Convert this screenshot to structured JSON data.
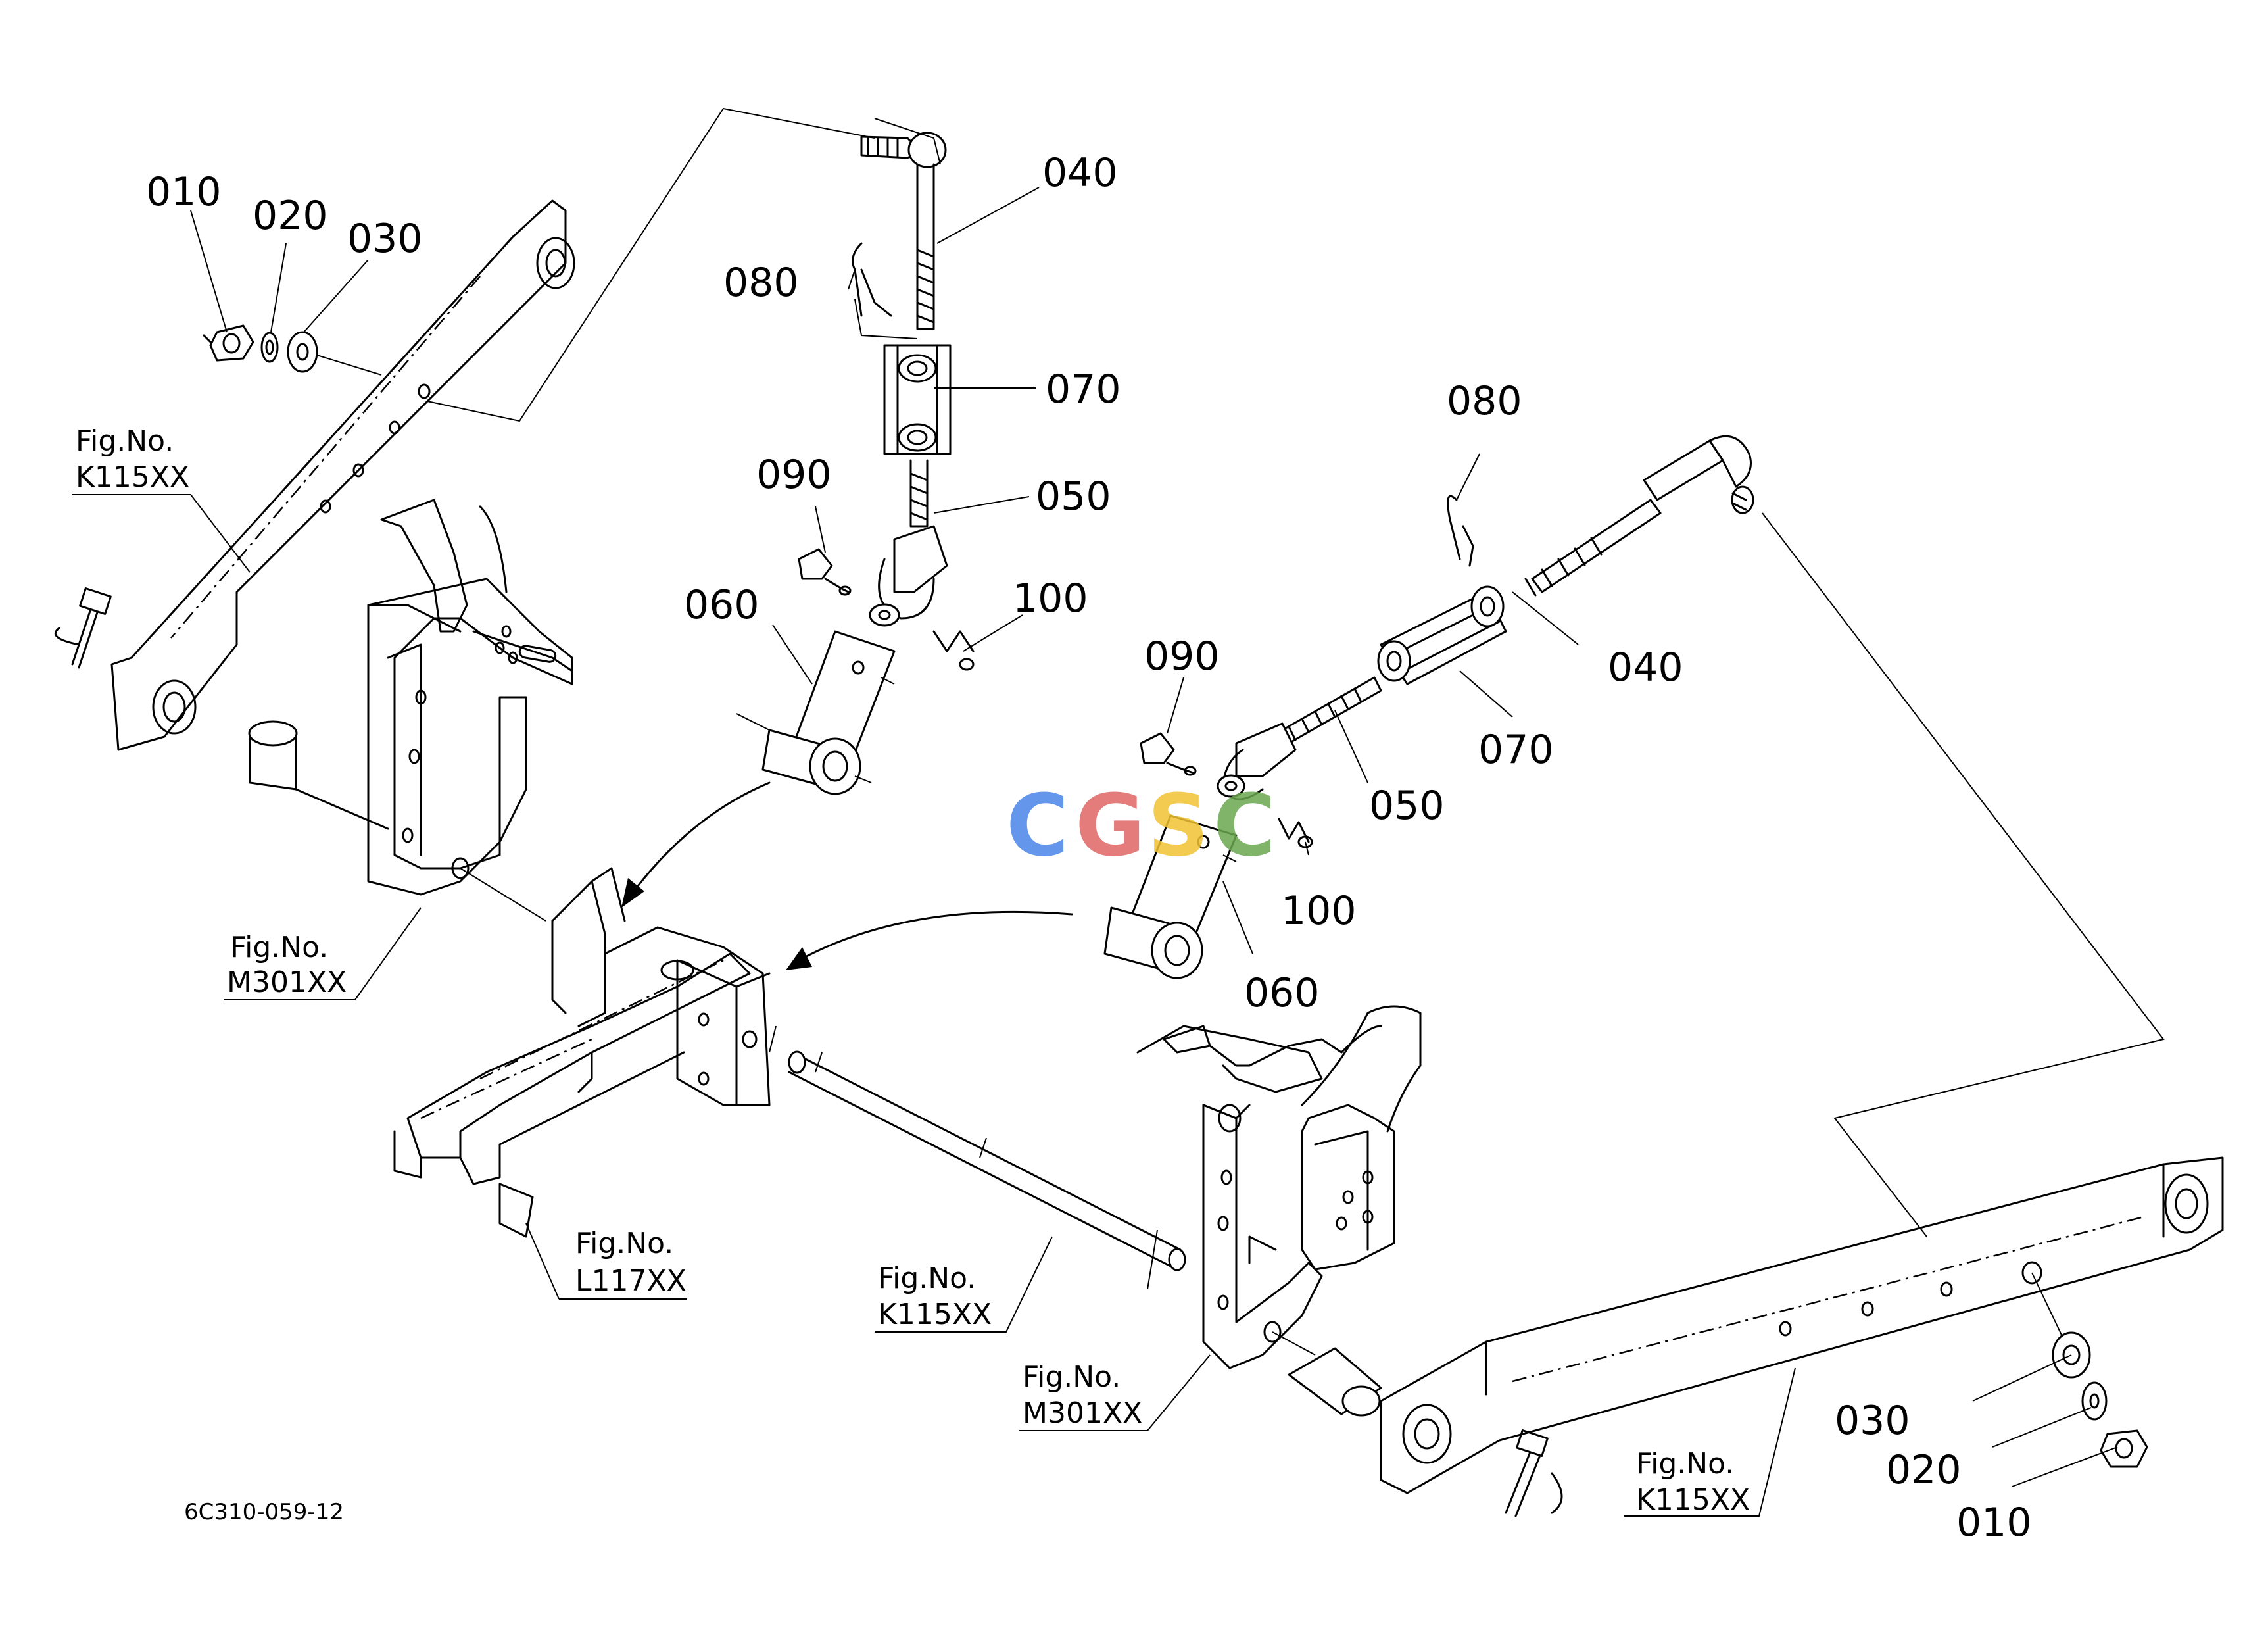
{
  "diagram": {
    "code": "6C310-059-12",
    "watermark": {
      "letters": [
        "C",
        "G",
        "S",
        "C"
      ],
      "colors": [
        "#4a86e8",
        "#e06666",
        "#f1c232",
        "#6aa84f"
      ]
    },
    "parts": {
      "p010_left": "010",
      "p020_left": "020",
      "p030_left": "030",
      "p080_left": "080",
      "p040_left": "040",
      "p070_left": "070",
      "p090_left": "090",
      "p050_left": "050",
      "p060_left": "060",
      "p100_left": "100",
      "p080_right": "080",
      "p090_right": "090",
      "p040_right": "040",
      "p070_right": "070",
      "p050_right": "050",
      "p100_right": "100",
      "p060_right": "060",
      "p030_right": "030",
      "p020_right": "020",
      "p010_right": "010"
    },
    "fig_refs": {
      "a": {
        "label": "Fig.No.",
        "number": "K115XX"
      },
      "b": {
        "label": "Fig.No.",
        "number": "M301XX"
      },
      "c": {
        "label": "Fig.No.",
        "number": "L117XX"
      },
      "d": {
        "label": "Fig.No.",
        "number": "K115XX"
      },
      "e": {
        "label": "Fig.No.",
        "number": "M301XX"
      },
      "f": {
        "label": "Fig.No.",
        "number": "K115XX"
      }
    }
  }
}
